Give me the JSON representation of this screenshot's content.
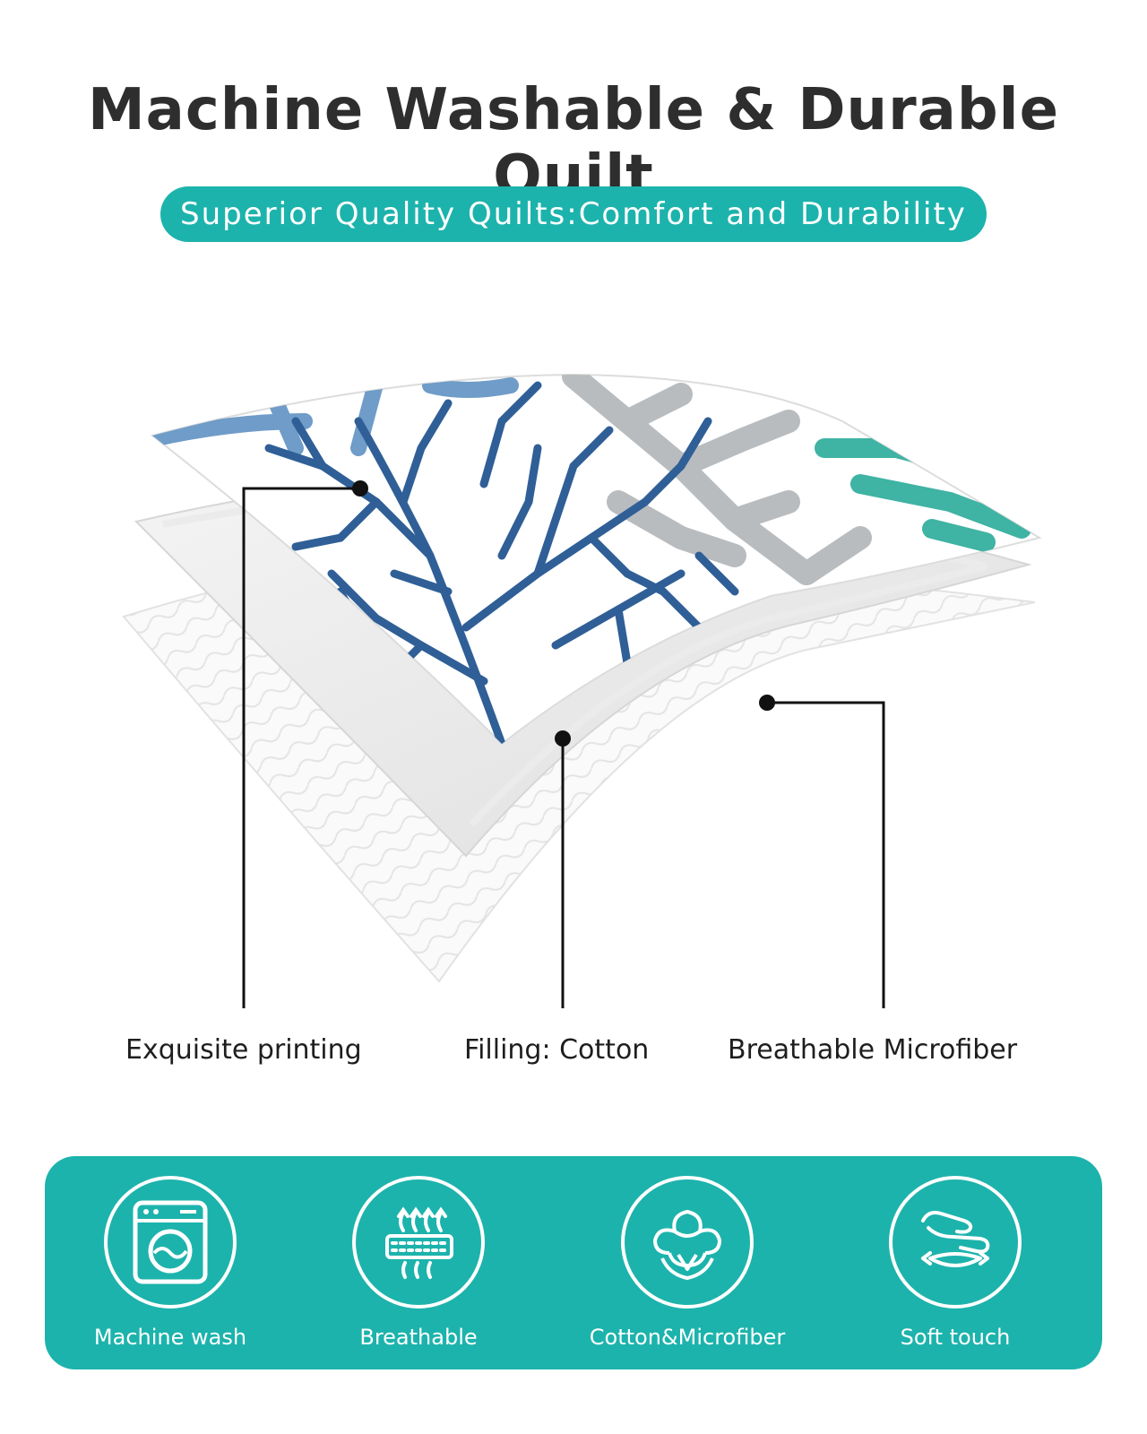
{
  "header": {
    "title": "Machine Washable & Durable Quilt",
    "subtitle": "Superior Quality Quilts:Comfort and Durability"
  },
  "layers": [
    {
      "label": "Exquisite printing"
    },
    {
      "label": "Filling: Cotton"
    },
    {
      "label": "Breathable Microfiber"
    }
  ],
  "features": [
    {
      "label": "Machine wash",
      "icon": "washing-machine-icon"
    },
    {
      "label": "Breathable",
      "icon": "breathable-icon"
    },
    {
      "label": "Cotton&Microfiber",
      "icon": "cotton-icon"
    },
    {
      "label": "Soft touch",
      "icon": "soft-touch-icon"
    }
  ],
  "colors": {
    "accent": "#1cb3ac",
    "title": "#2e2e2e",
    "coral_dark_blue": "#2f5f96",
    "coral_light_blue": "#6f9cc8",
    "coral_gray": "#b9bcbf",
    "coral_teal": "#3fb3a4"
  }
}
